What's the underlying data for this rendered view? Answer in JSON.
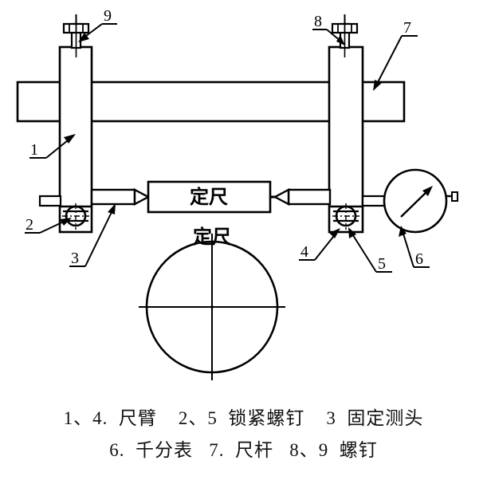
{
  "figure": {
    "title_inline_box_label": "定尺",
    "title_circle_label": "定尺",
    "callouts": [
      {
        "id": "1",
        "label": "1",
        "refers_to": "尺臂"
      },
      {
        "id": "2",
        "label": "2",
        "refers_to": "锁紧螺钉"
      },
      {
        "id": "3",
        "label": "3",
        "refers_to": "固定测头"
      },
      {
        "id": "4",
        "label": "4",
        "refers_to": "尺臂"
      },
      {
        "id": "5",
        "label": "5",
        "refers_to": "锁紧螺钉"
      },
      {
        "id": "6",
        "label": "6",
        "refers_to": "千分表"
      },
      {
        "id": "7",
        "label": "7",
        "refers_to": "尺杆"
      },
      {
        "id": "8",
        "label": "8",
        "refers_to": "螺钉"
      },
      {
        "id": "9",
        "label": "9",
        "refers_to": "螺钉"
      }
    ],
    "colors": {
      "line": "#000000",
      "background": "#ffffff"
    }
  },
  "caption": {
    "line1": "1、4.  尺臂    2、5  锁紧螺钉    3  固定测头",
    "line2": "6.  千分表   7.  尺杆   8、9  螺钉"
  }
}
